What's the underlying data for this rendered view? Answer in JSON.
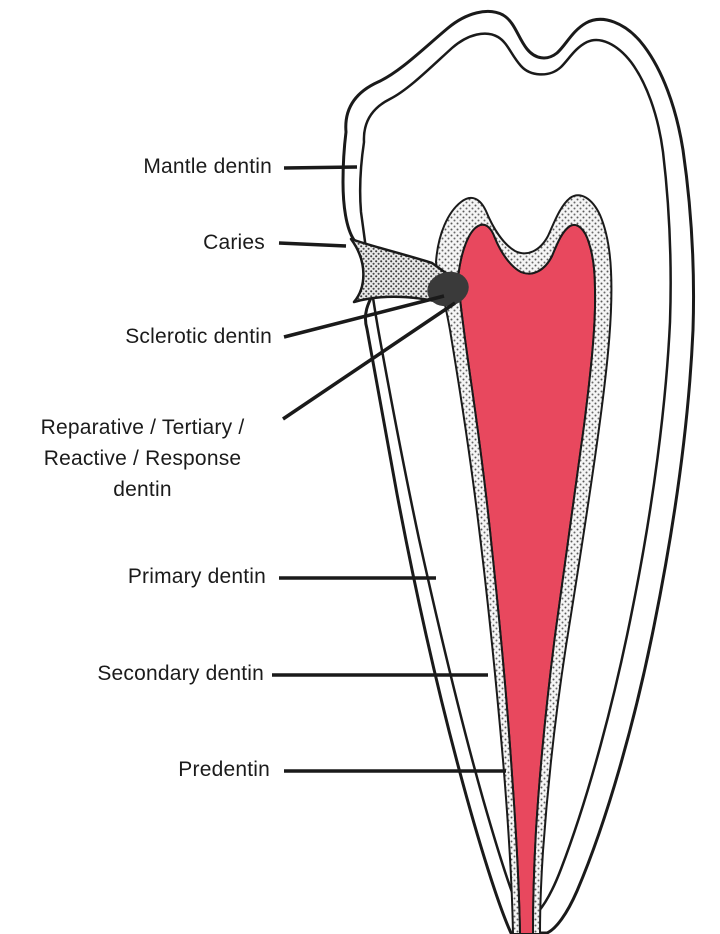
{
  "labels": {
    "mantle": "Mantle dentin",
    "caries": "Caries",
    "sclerotic": "Sclerotic dentin",
    "reparative_line1": "Reparative / Tertiary /",
    "reparative_line2": "Reactive / Response",
    "reparative_line3": "dentin",
    "primary": "Primary dentin",
    "secondary": "Secondary dentin",
    "predentin": "Predentin"
  },
  "colors": {
    "pulp": "#e8485e",
    "outline": "#1a1a1a",
    "lesion_core": "#3a3a3a",
    "background": "#ffffff"
  }
}
